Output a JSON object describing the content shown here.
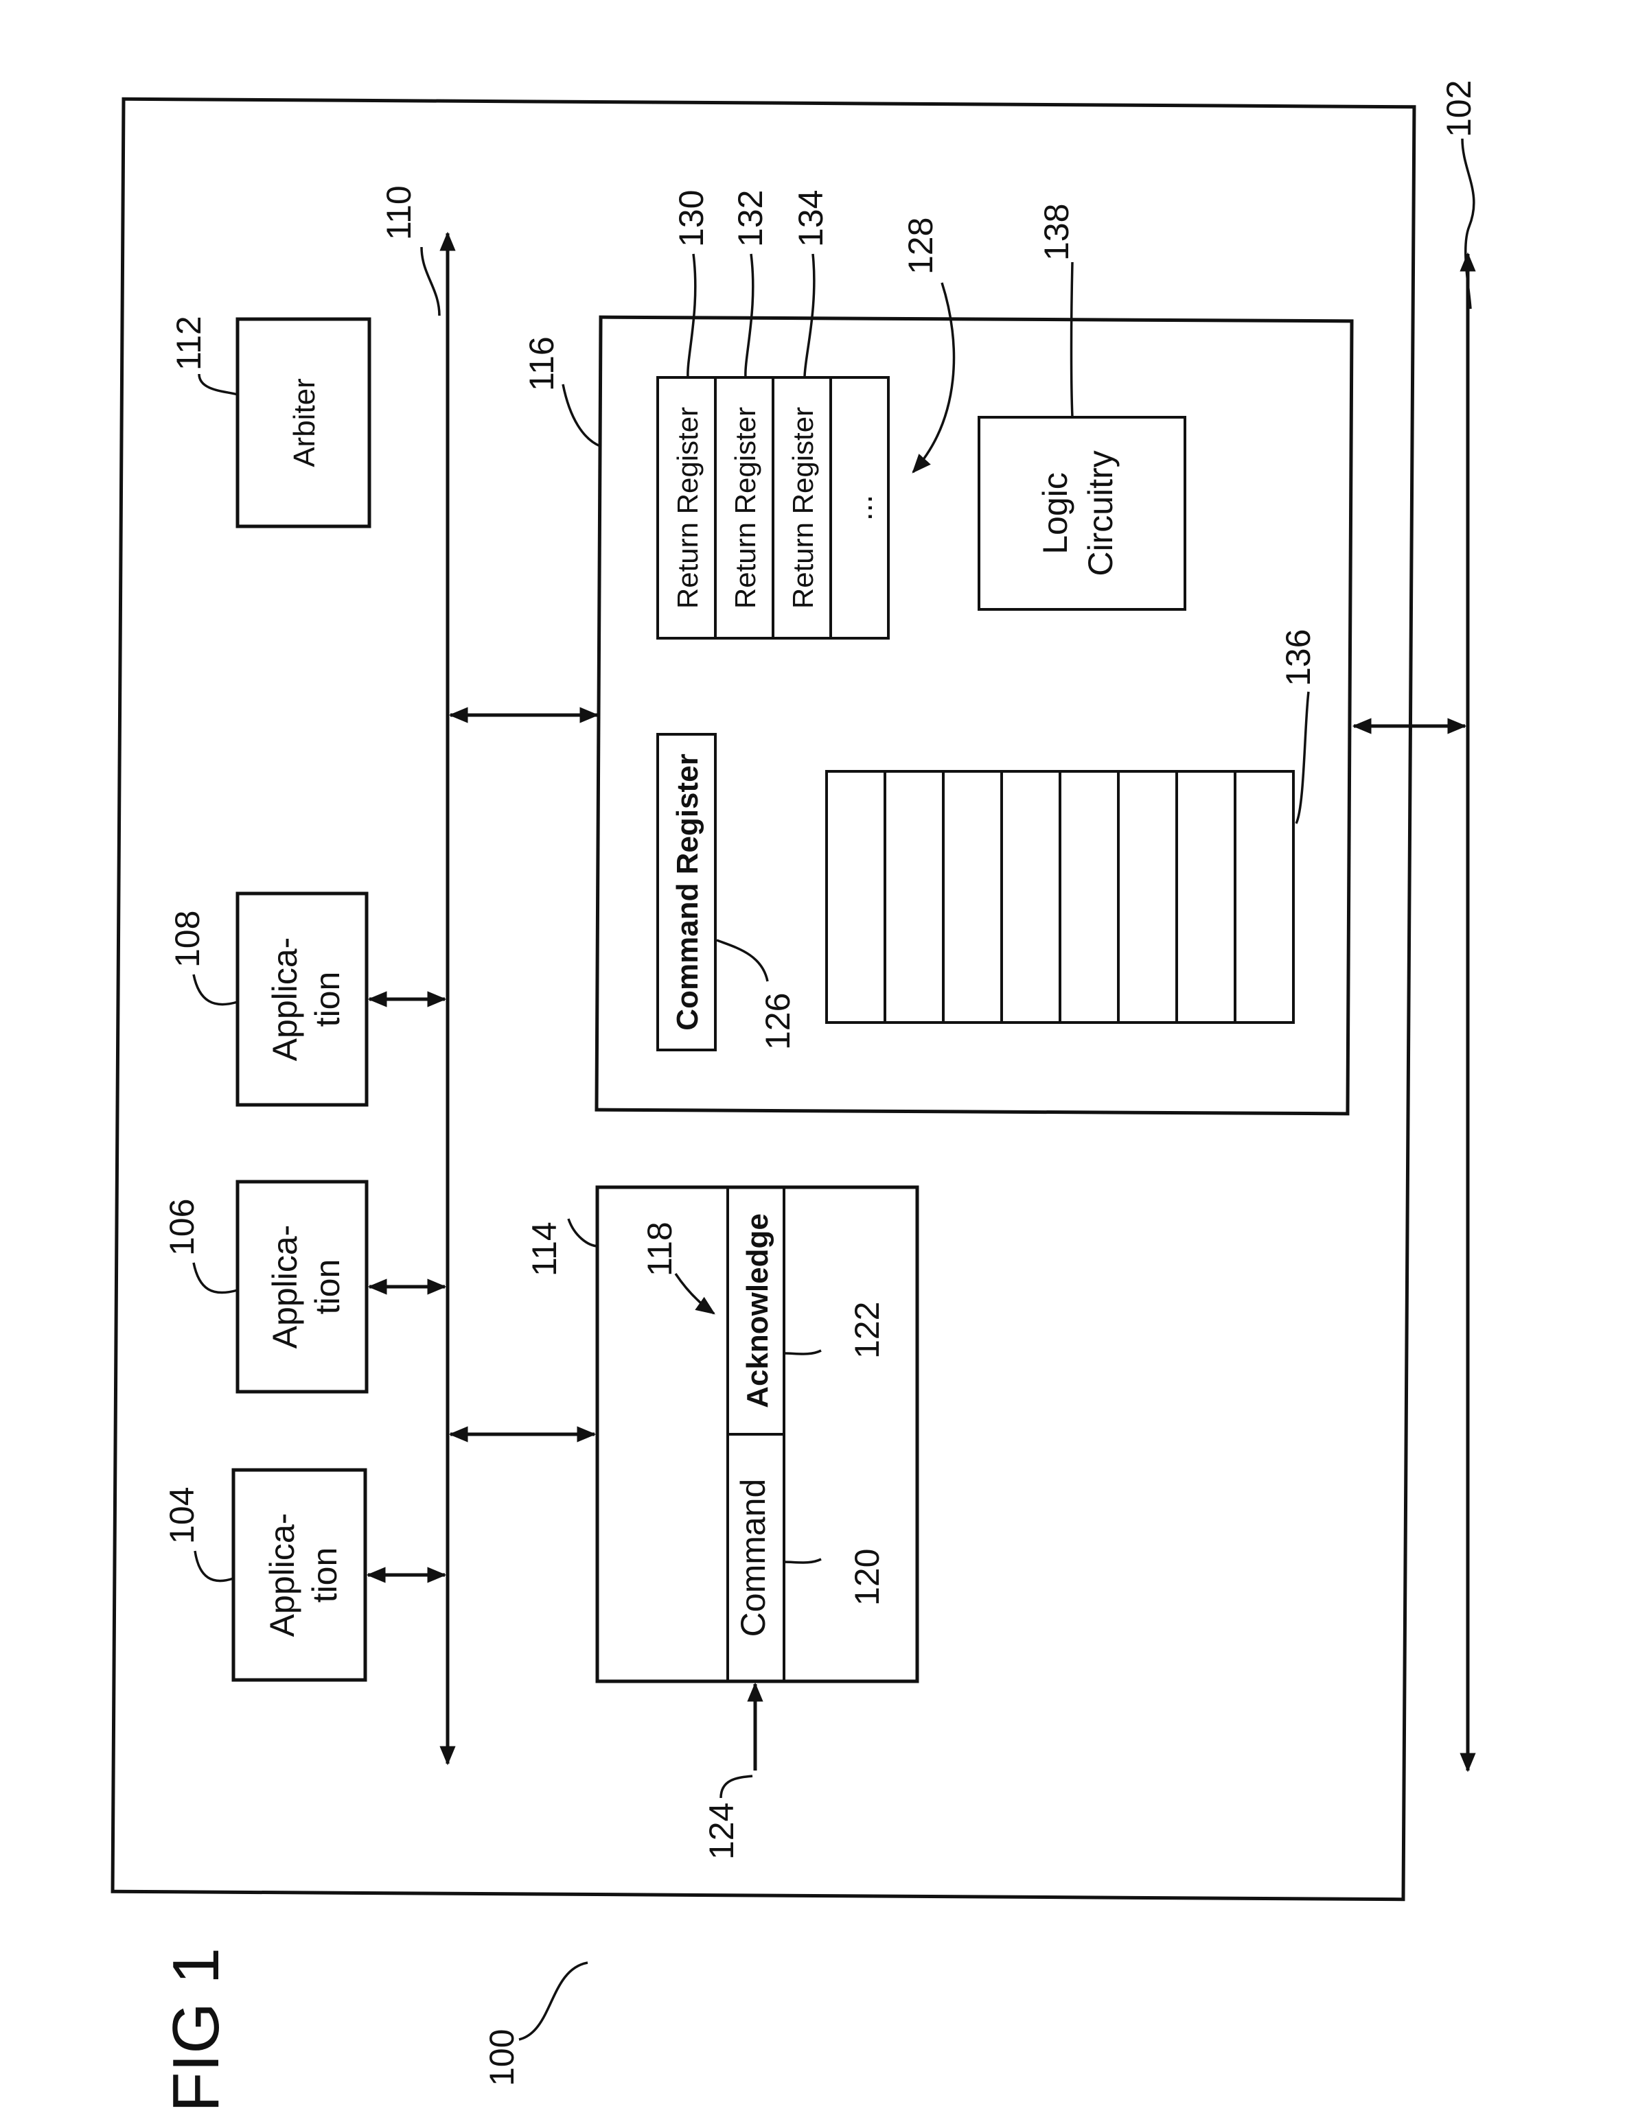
{
  "figure": {
    "title": "FIG 1"
  },
  "blocks": {
    "arbiter": "Arbiter",
    "application_1": {
      "line1": "Applica-",
      "line2": "tion"
    },
    "application_2": {
      "line1": "Applica-",
      "line2": "tion"
    },
    "application_3": {
      "line1": "Applica-",
      "line2": "tion"
    },
    "command": "Command",
    "acknowledge": "Acknowledge",
    "command_register": "Command Register",
    "return_register_1": "Return Register",
    "return_register_2": "Return Register",
    "return_register_3": "Return Register",
    "ellipsis": "...",
    "logic": {
      "line1": "Logic",
      "line2": "Circuitry"
    }
  },
  "refs": {
    "r100": "100",
    "r102": "102",
    "r104": "104",
    "r106": "106",
    "r108": "108",
    "r110": "110",
    "r112": "112",
    "r114": "114",
    "r116": "116",
    "r118": "118",
    "r120": "120",
    "r122": "122",
    "r124": "124",
    "r126": "126",
    "r128": "128",
    "r130": "130",
    "r132": "132",
    "r134": "134",
    "r136": "136",
    "r138": "138"
  }
}
